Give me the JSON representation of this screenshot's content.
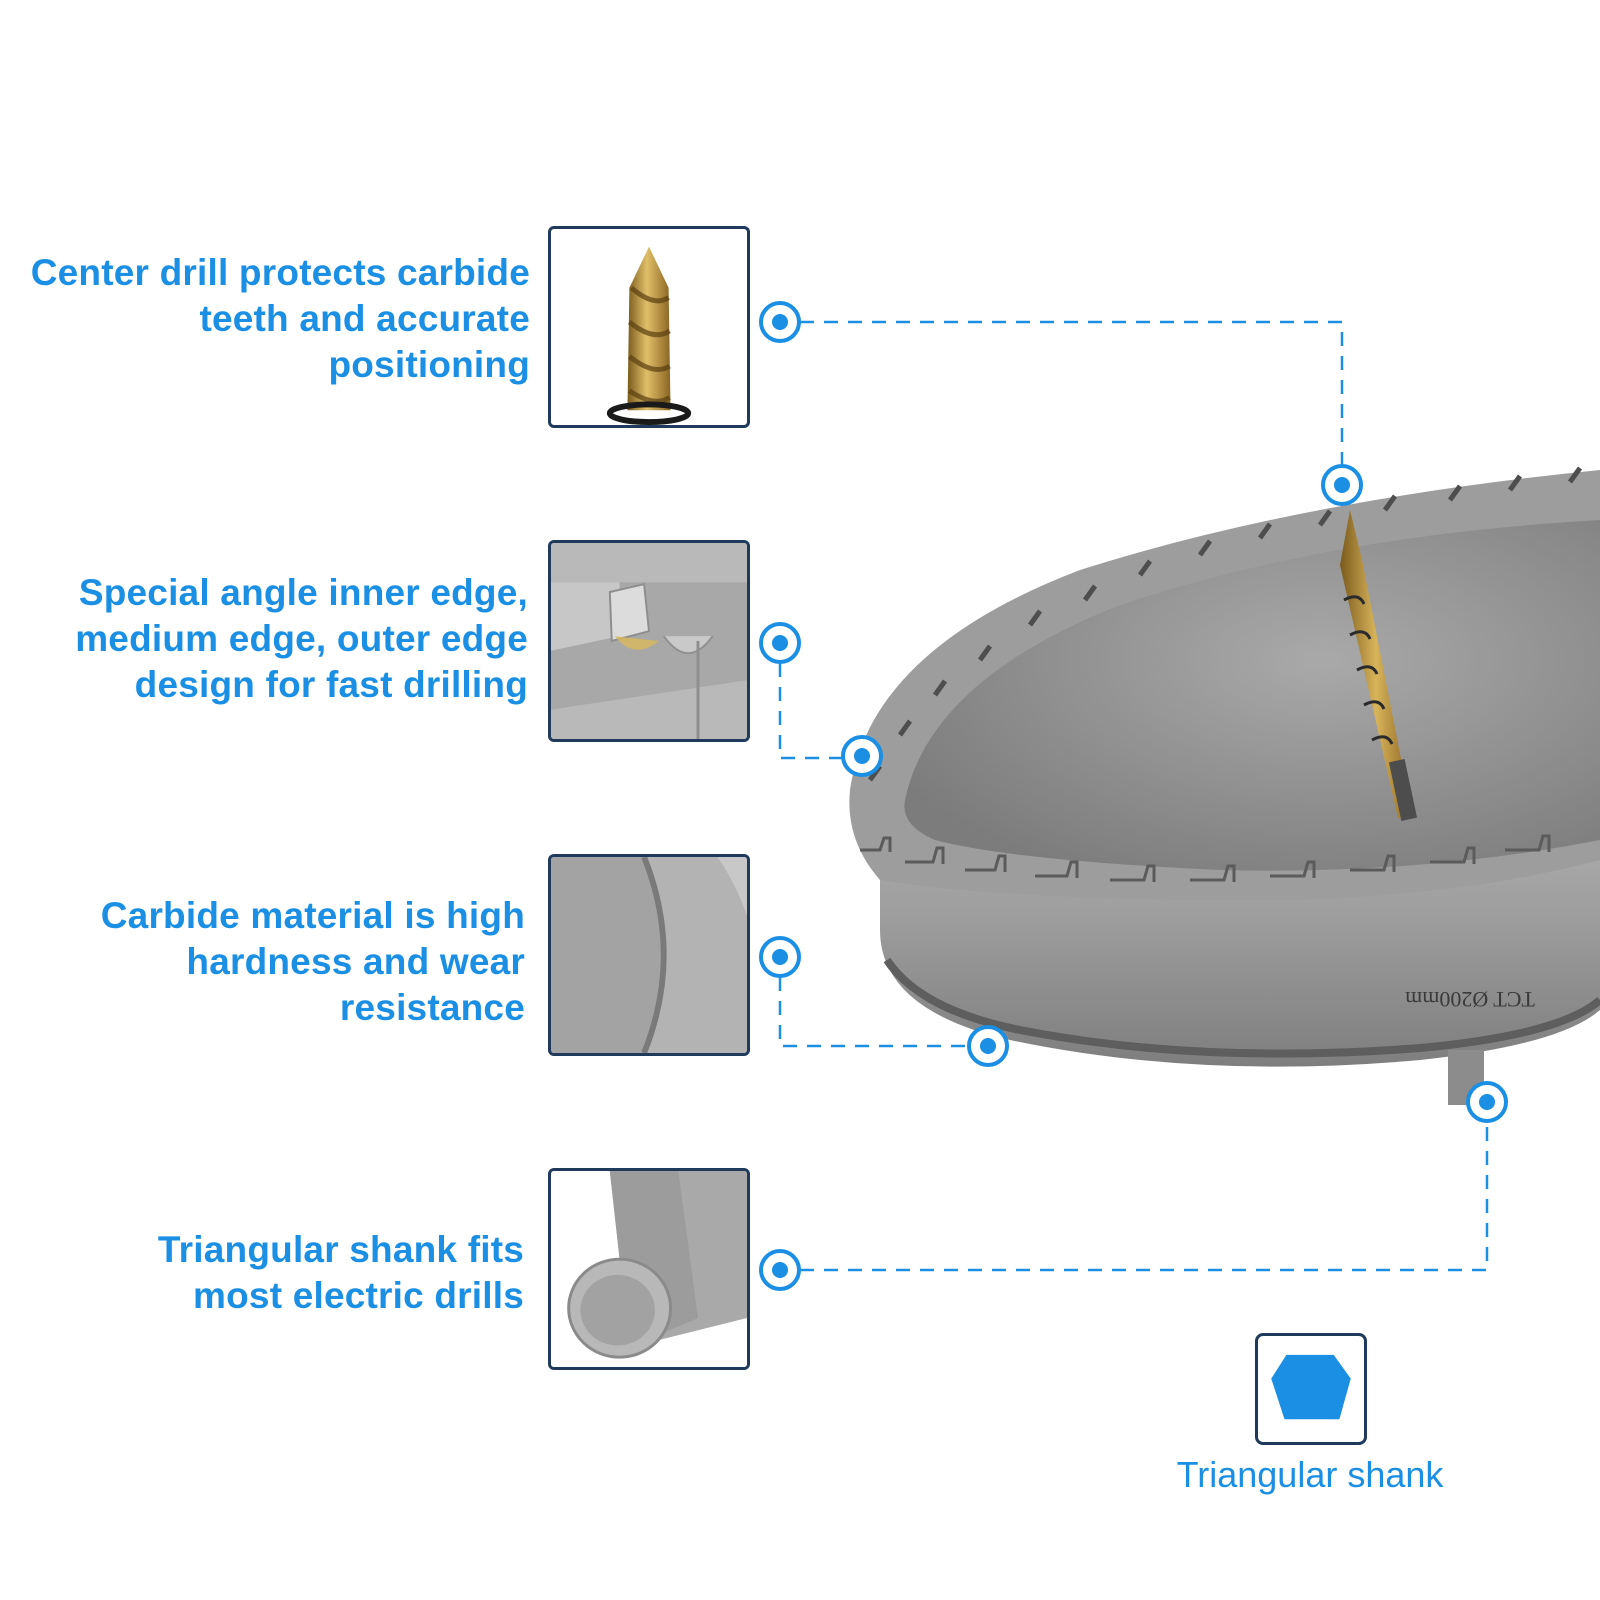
{
  "features": [
    {
      "id": "center-drill",
      "text": "Center drill protects carbide teeth and accurate positioning",
      "icon": "drill-bit-thumbnail"
    },
    {
      "id": "edge-design",
      "text": "Special angle inner edge, medium edge, outer edge design for fast drilling",
      "icon": "carbide-tooth-thumbnail"
    },
    {
      "id": "carbide-material",
      "text": "Carbide material is high hardness and wear resistance",
      "icon": "carbide-body-thumbnail"
    },
    {
      "id": "triangular-shank",
      "text": "Triangular shank fits most electric drills",
      "icon": "shank-tip-thumbnail"
    }
  ],
  "product": {
    "engraving": "TCT Ø200mm"
  },
  "shank_legend": {
    "label": "Triangular shank",
    "icon": "triangular-shank-icon"
  },
  "colors": {
    "accent": "#1a8fe3",
    "frame": "#1f3a5a",
    "metal": "#9a9a9a",
    "gold": "#c49a3a"
  }
}
